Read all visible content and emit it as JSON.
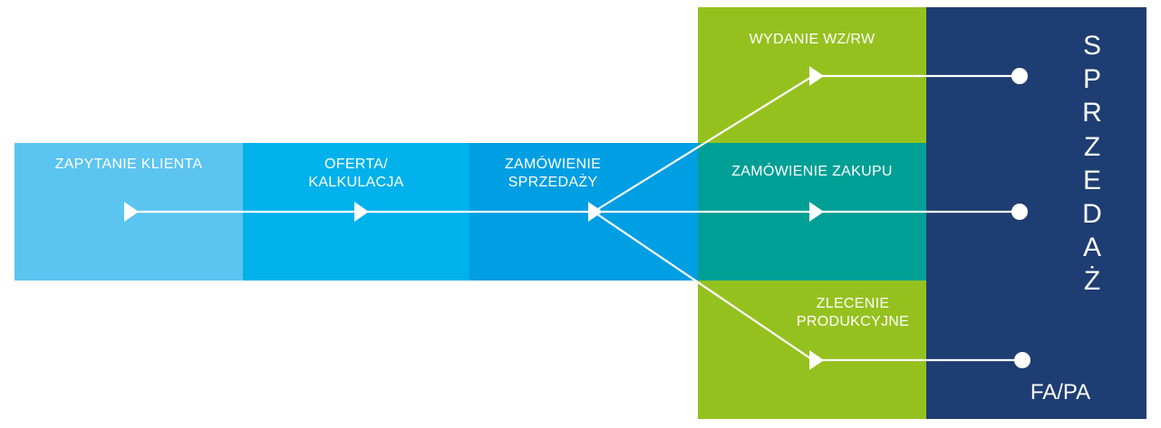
{
  "colors": {
    "zapytanie": "#5bc4f1",
    "oferta": "#00b1eb",
    "zamowienie_sprzedazy": "#009ee3",
    "green": "#95c11f",
    "zamowienie_zakupu": "#009f95",
    "navy": "#1e3d72",
    "line": "#ffffff"
  },
  "stages": {
    "zapytanie": "ZAPYTANIE KLIENTA",
    "oferta_1": "OFERTA/",
    "oferta_2": "KALKULACJA",
    "zamowienie_1": "ZAMÓWIENIE",
    "zamowienie_2": "SPRZEDAŻY"
  },
  "branches": {
    "wydanie": "WYDANIE WZ/RW",
    "zakup": "ZAMÓWIENIE ZAKUPU",
    "zlecenie_1": "ZLECENIE",
    "zlecenie_2": "PRODUKCYJNE"
  },
  "sale": {
    "letters": [
      "S",
      "P",
      "R",
      "Z",
      "E",
      "D",
      "A",
      "Ż"
    ],
    "document": "FA/PA"
  }
}
